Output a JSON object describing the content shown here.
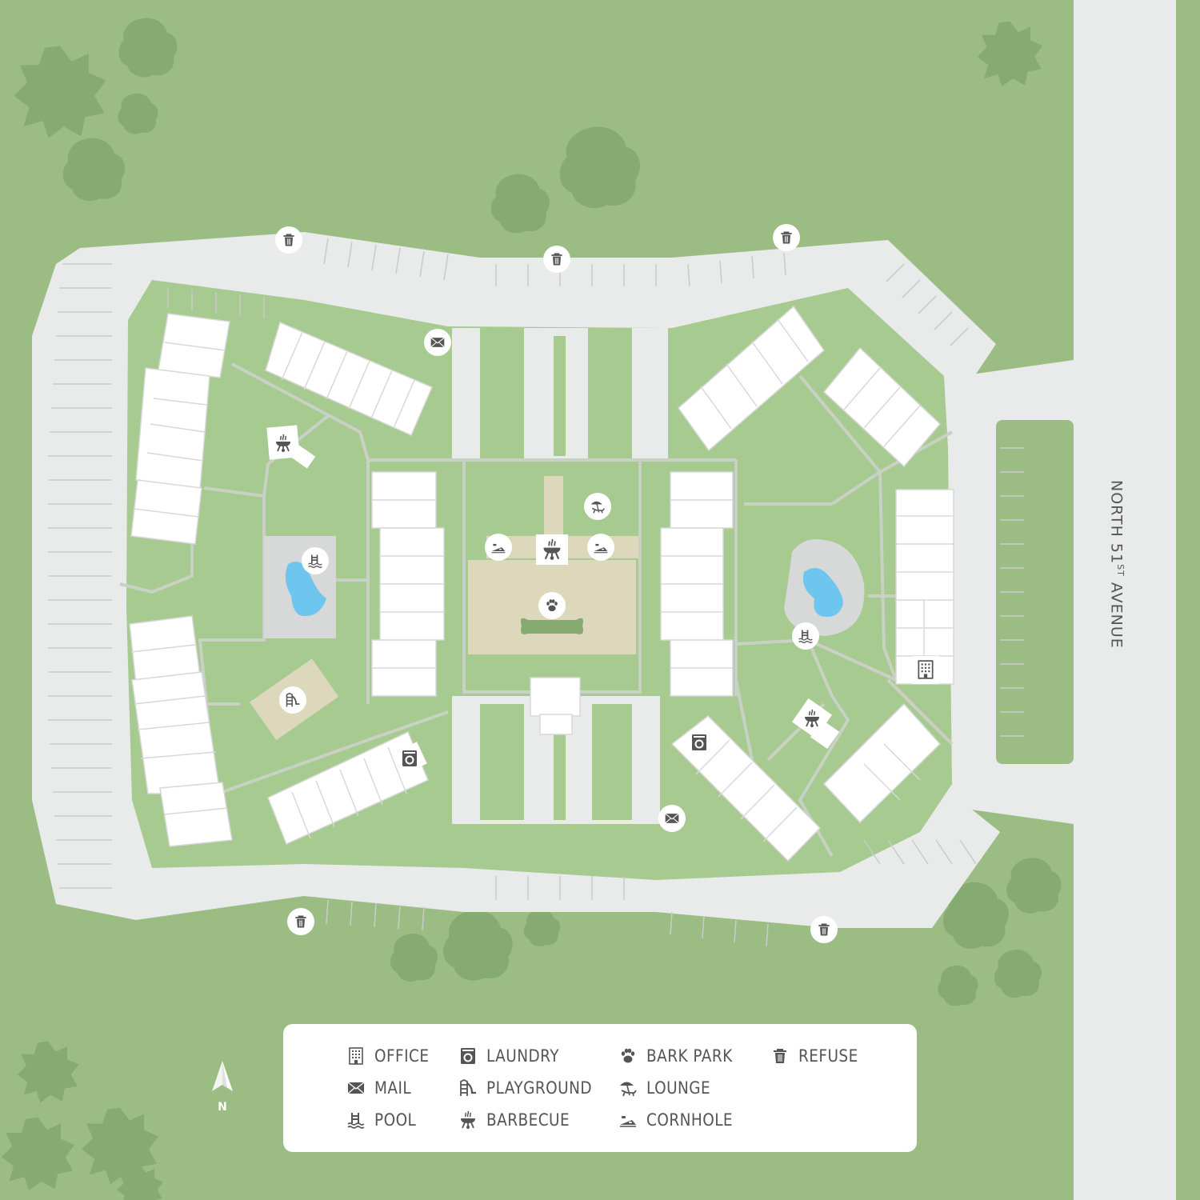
{
  "street": {
    "name_prefix": "NORTH 51",
    "name_sup": "ST",
    "name_suffix": " AVENUE"
  },
  "compass": {
    "label": "N"
  },
  "legend": {
    "office": "OFFICE",
    "mail": "MAIL",
    "pool": "POOL",
    "laundry": "LAUNDRY",
    "playground": "PLAYGROUND",
    "barbecue": "BARBECUE",
    "bark_park": "BARK PARK",
    "lounge": "LOUNGE",
    "cornhole": "CORNHOLE",
    "refuse": "REFUSE"
  },
  "colors": {
    "grass": "#9bbd84",
    "lawn": "#a6ca8f",
    "tree": "#86ab72",
    "road": "#e9eaea",
    "building": "#ffffff",
    "pool_deck": "#d6d9d8",
    "pool_water": "#6ec6ee",
    "bark_park": "#ddd8bc",
    "icon": "#555555"
  }
}
